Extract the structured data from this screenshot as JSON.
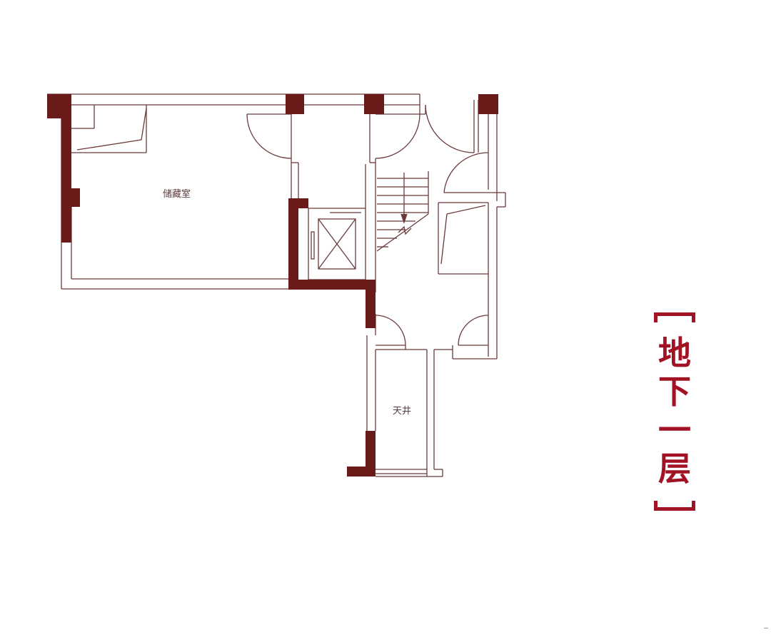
{
  "colors": {
    "wall": "#6b1a1a",
    "line": "#6b3a3a",
    "accent": "#a01224",
    "background": "#ffffff"
  },
  "rooms": {
    "storage": "储藏室",
    "lightwell": "天井"
  },
  "floor_title": {
    "chars": [
      "地",
      "下",
      "一",
      "层"
    ]
  }
}
